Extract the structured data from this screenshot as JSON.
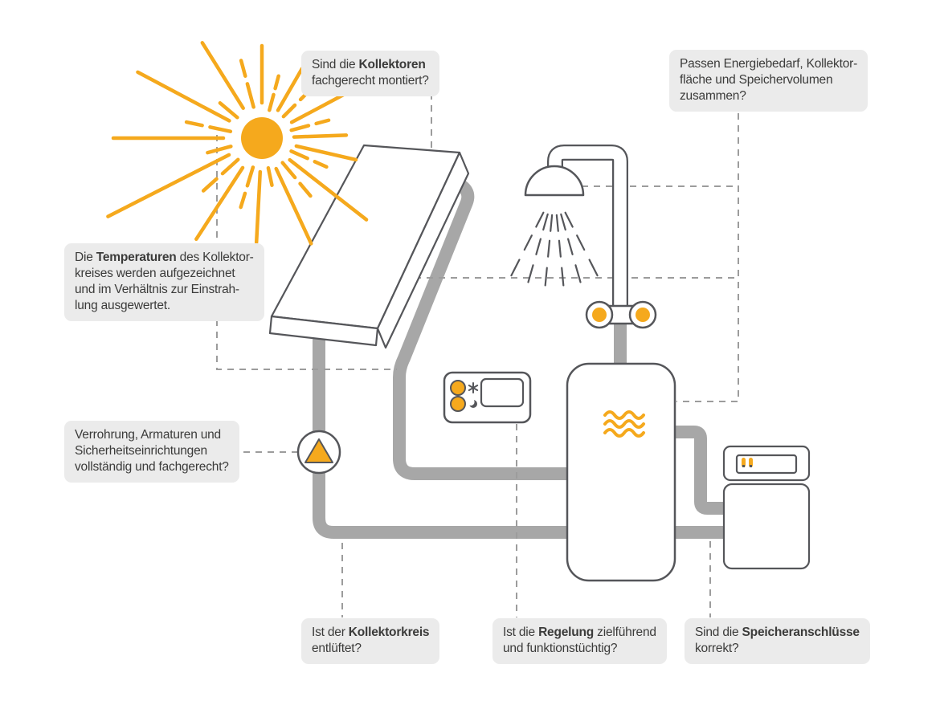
{
  "colors": {
    "accent_yellow": "#F5A91D",
    "outline_dark": "#55565A",
    "pipe_gray": "#A7A7A7",
    "dashed_gray": "#9C9C9C",
    "callout_bg": "#EBEBEB",
    "text": "#3B3B3A",
    "background": "#FFFFFF"
  },
  "icons": {
    "sun": "sun-icon",
    "solar_collector": "solar-collector-icon",
    "shower": "shower-icon",
    "mixer_valve": "mixer-valve-icon",
    "pump": "pump-icon",
    "controller": "controller-icon",
    "controller_day_led": "day-mode-icon",
    "controller_night_led": "night-mode-icon",
    "storage_tank": "storage-tank-icon",
    "heat_waves": "heat-waves-icon",
    "boiler": "boiler-icon",
    "flame_indicator": "flame-indicator-icon"
  },
  "callouts": {
    "kollektoren": {
      "pre": "Sind die ",
      "bold": "Kollektoren",
      "post": "\nfachgerecht montiert?"
    },
    "energiebedarf": {
      "pre": "Passen Energiebedarf, Kollektor-\nfläche und Speichervolumen\nzusammen?",
      "bold": "",
      "post": ""
    },
    "temperaturen": {
      "pre": "Die ",
      "bold": "Temperaturen",
      "post": " des Kollektor-\nkreises werden aufgezeichnet\nund im Verhältnis zur Einstrah-\nlung ausgewertet."
    },
    "verrohrung": {
      "pre": "Verrohrung, Armaturen und\nSicherheitseinrichtungen\nvollständig und fachgerecht?",
      "bold": "",
      "post": ""
    },
    "kollektorkreis": {
      "pre": "Ist der ",
      "bold": "Kollektorkreis",
      "post": "\nentlüftet?"
    },
    "regelung": {
      "pre": "Ist die ",
      "bold": "Regelung",
      "post": " zielführend\nund funktionstüchtig?"
    },
    "speicheranschluesse": {
      "pre": "Sind die ",
      "bold": "Speicheranschlüsse",
      "post": "\nkorrekt?"
    }
  }
}
